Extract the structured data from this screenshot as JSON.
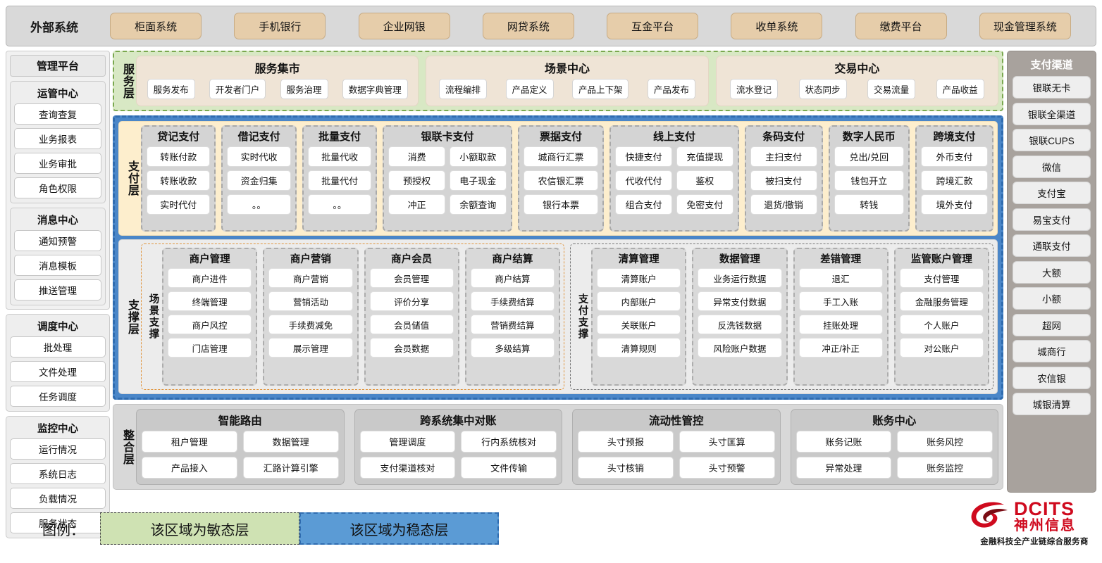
{
  "external": {
    "title": "外部系统",
    "items": [
      "柜面系统",
      "手机银行",
      "企业网银",
      "网贷系统",
      "互金平台",
      "收单系统",
      "缴费平台",
      "现金管理系统"
    ]
  },
  "management": {
    "title": "管理平台",
    "groups": [
      {
        "title": "运管中心",
        "items": [
          "查询查复",
          "业务报表",
          "业务审批",
          "角色权限"
        ]
      },
      {
        "title": "消息中心",
        "items": [
          "通知预警",
          "消息模板",
          "推送管理"
        ]
      }
    ],
    "standalone_groups": [
      {
        "title": "调度中心",
        "items": [
          "批处理",
          "文件处理",
          "任务调度"
        ]
      },
      {
        "title": "监控中心",
        "items": [
          "运行情况",
          "系统日志",
          "负载情况",
          "服务状态"
        ]
      }
    ]
  },
  "service_layer": {
    "label": "服务层",
    "cards": [
      {
        "title": "服务集市",
        "items": [
          "服务发布",
          "开发者门户",
          "服务治理",
          "数据字典管理"
        ]
      },
      {
        "title": "场景中心",
        "items": [
          "流程编排",
          "产品定义",
          "产品上下架",
          "产品发布"
        ]
      },
      {
        "title": "交易中心",
        "items": [
          "流水登记",
          "状态同步",
          "交易流量",
          "产品收益"
        ]
      }
    ]
  },
  "payment_layer": {
    "label": "支付层",
    "cards": [
      {
        "title": "贷记支付",
        "cols": 1,
        "rows": [
          [
            "转账付款"
          ],
          [
            "转账收款"
          ],
          [
            "实时代付"
          ]
        ]
      },
      {
        "title": "借记支付",
        "cols": 1,
        "rows": [
          [
            "实时代收"
          ],
          [
            "资金归集"
          ],
          [
            "。。"
          ]
        ]
      },
      {
        "title": "批量支付",
        "cols": 1,
        "rows": [
          [
            "批量代收"
          ],
          [
            "批量代付"
          ],
          [
            "。。"
          ]
        ]
      },
      {
        "title": "银联卡支付",
        "cols": 2,
        "rows": [
          [
            "消费",
            "小额取款"
          ],
          [
            "预授权",
            "电子现金"
          ],
          [
            "冲正",
            "余额查询"
          ]
        ]
      },
      {
        "title": "票据支付",
        "cols": 1,
        "rows": [
          [
            "城商行汇票"
          ],
          [
            "农信银汇票"
          ],
          [
            "银行本票"
          ]
        ]
      },
      {
        "title": "线上支付",
        "cols": 2,
        "rows": [
          [
            "快捷支付",
            "充值提现"
          ],
          [
            "代收代付",
            "鉴权"
          ],
          [
            "组合支付",
            "免密支付"
          ]
        ]
      },
      {
        "title": "条码支付",
        "cols": 1,
        "rows": [
          [
            "主扫支付"
          ],
          [
            "被扫支付"
          ],
          [
            "退货/撤销"
          ]
        ]
      },
      {
        "title": "数字人民币",
        "cols": 1,
        "rows": [
          [
            "兑出/兑回"
          ],
          [
            "钱包开立"
          ],
          [
            "转钱"
          ]
        ]
      },
      {
        "title": "跨境支付",
        "cols": 1,
        "rows": [
          [
            "外币支付"
          ],
          [
            "跨境汇款"
          ],
          [
            "境外支付"
          ]
        ]
      }
    ]
  },
  "support_layer": {
    "label": "支撑层",
    "halves": [
      {
        "label": "场景支撑",
        "cards": [
          {
            "title": "商户管理",
            "items": [
              "商户进件",
              "终端管理",
              "商户风控",
              "门店管理"
            ]
          },
          {
            "title": "商户营销",
            "items": [
              "商户营销",
              "营销活动",
              "手续费减免",
              "展示管理"
            ]
          },
          {
            "title": "商户会员",
            "items": [
              "会员管理",
              "评价分享",
              "会员储值",
              "会员数据"
            ]
          },
          {
            "title": "商户结算",
            "items": [
              "商户结算",
              "手续费结算",
              "营销费结算",
              "多级结算"
            ]
          }
        ]
      },
      {
        "label": "支付支撑",
        "cards": [
          {
            "title": "清算管理",
            "items": [
              "清算账户",
              "内部账户",
              "关联账户",
              "清算规则"
            ]
          },
          {
            "title": "数据管理",
            "items": [
              "业务运行数据",
              "异常支付数据",
              "反洗钱数据",
              "风险账户数据"
            ]
          },
          {
            "title": "差错管理",
            "items": [
              "退汇",
              "手工入账",
              "挂账处理",
              "冲正/补正"
            ]
          },
          {
            "title": "监管账户管理",
            "items": [
              "支付管理",
              "金融服务管理",
              "个人账户",
              "对公账户"
            ]
          }
        ]
      }
    ]
  },
  "integration_layer": {
    "label": "整合层",
    "cards": [
      {
        "title": "智能路由",
        "rows": [
          [
            "租户管理",
            "数据管理"
          ],
          [
            "产品接入",
            "汇路计算引擎"
          ]
        ]
      },
      {
        "title": "跨系统集中对账",
        "rows": [
          [
            "管理调度",
            "行内系统核对"
          ],
          [
            "支付渠道核对",
            "文件传输"
          ]
        ]
      },
      {
        "title": "流动性管控",
        "rows": [
          [
            "头寸预报",
            "头寸匡算"
          ],
          [
            "头寸核销",
            "头寸预警"
          ]
        ]
      },
      {
        "title": "账务中心",
        "rows": [
          [
            "账务记账",
            "账务风控"
          ],
          [
            "异常处理",
            "账务监控"
          ]
        ]
      }
    ]
  },
  "channels": {
    "title": "支付渠道",
    "items": [
      "银联无卡",
      "银联全渠道",
      "银联CUPS",
      "微信",
      "支付宝",
      "易宝支付",
      "通联支付",
      "大额",
      "小额",
      "超网",
      "城商行",
      "农信银",
      "城银清算"
    ]
  },
  "legend": {
    "label": "图例：",
    "agile": "该区域为敏态层",
    "stable": "该区域为稳态层",
    "agile_color": "#cfe2b3",
    "stable_color": "#5b9bd5"
  },
  "logo": {
    "brand_en": "DCITS",
    "brand_cn": "神州信息",
    "tagline": "金融科技全产业链综合服务商",
    "brand_color": "#cf0a1e"
  }
}
